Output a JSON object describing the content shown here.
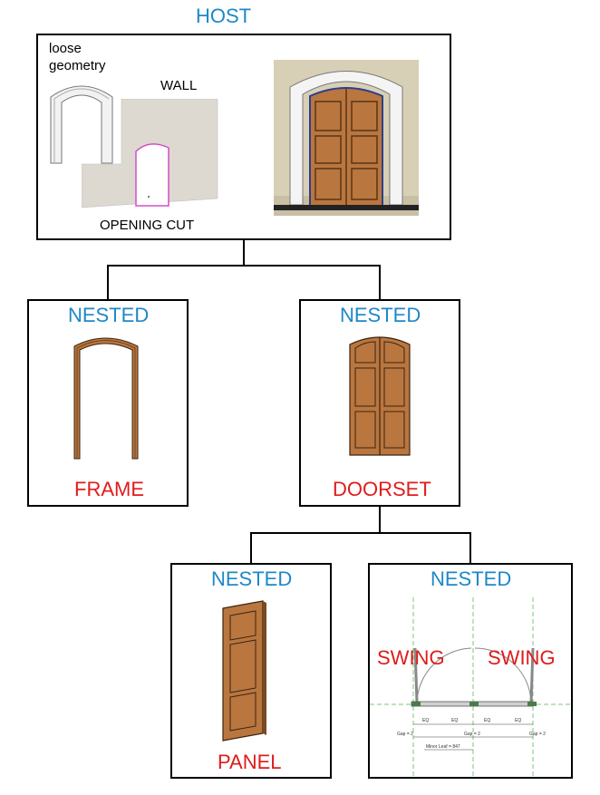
{
  "host": {
    "title": "HOST",
    "loose_geometry": "loose\ngeometry",
    "wall": "WALL",
    "opening_cut": "OPENING CUT"
  },
  "frame": {
    "title": "NESTED",
    "label": "FRAME"
  },
  "doorset": {
    "title": "NESTED",
    "label": "DOORSET"
  },
  "panel": {
    "title": "NESTED",
    "label": "PANEL"
  },
  "swing": {
    "title": "NESTED",
    "label_left": "SWING",
    "label_right": "SWING",
    "dims": {
      "eq": "EQ",
      "gap": "Gap = 2",
      "minor": "Minor Leaf = 847"
    }
  },
  "colors": {
    "title_blue": "#1e88c8",
    "label_red": "#e01b1b",
    "wood": "#b9763f"
  }
}
